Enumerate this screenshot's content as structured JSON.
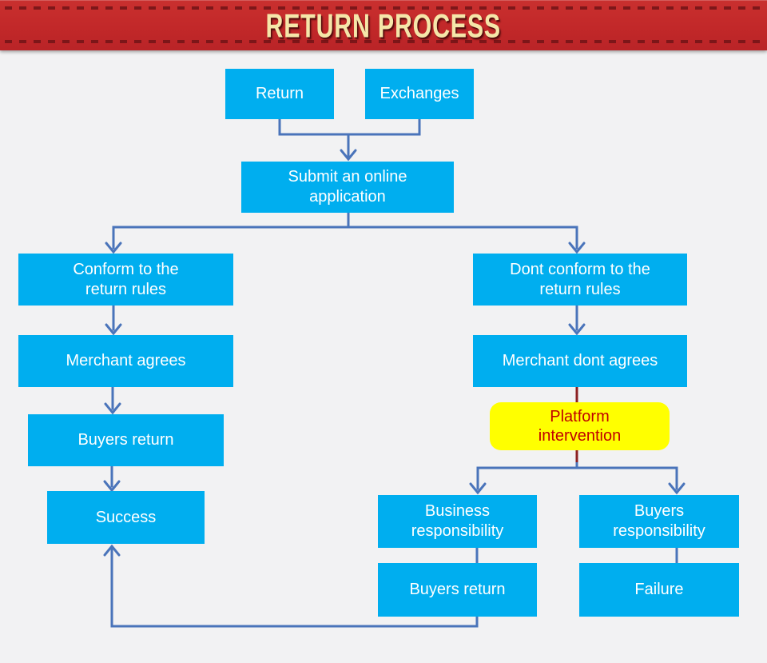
{
  "banner": {
    "title": "RETURN PROCESS"
  },
  "colors": {
    "background": "#F2F2F3",
    "banner_red": "#C2282B",
    "banner_dash": "#701316",
    "title_text": "#F5E6A9",
    "node_fill": "#00AEEF",
    "node_text": "#FFFFFF",
    "connector_blue": "#4A74BA",
    "connector_dark_red": "#8C2022",
    "highlight_fill": "#FFFF00",
    "highlight_text": "#C00000"
  },
  "flowchart": {
    "nodes": {
      "return": {
        "label": "Return"
      },
      "exchanges": {
        "label": "Exchanges"
      },
      "submit": {
        "label": "Submit an online\napplication"
      },
      "conform": {
        "label": "Conform to the\nreturn rules"
      },
      "dont_conform": {
        "label": "Dont conform to the\nreturn rules"
      },
      "merchant_agrees": {
        "label": "Merchant agrees"
      },
      "merchant_dont_agrees": {
        "label": "Merchant dont agrees"
      },
      "platform_intervention": {
        "label": "Platform\nintervention"
      },
      "buyers_return_left": {
        "label": "Buyers return"
      },
      "success": {
        "label": "Success"
      },
      "business_responsibility": {
        "label": "Business\nresponsibility"
      },
      "buyers_responsibility": {
        "label": "Buyers\nresponsibility"
      },
      "buyers_return_right": {
        "label": "Buyers return"
      },
      "failure": {
        "label": "Failure"
      }
    }
  }
}
